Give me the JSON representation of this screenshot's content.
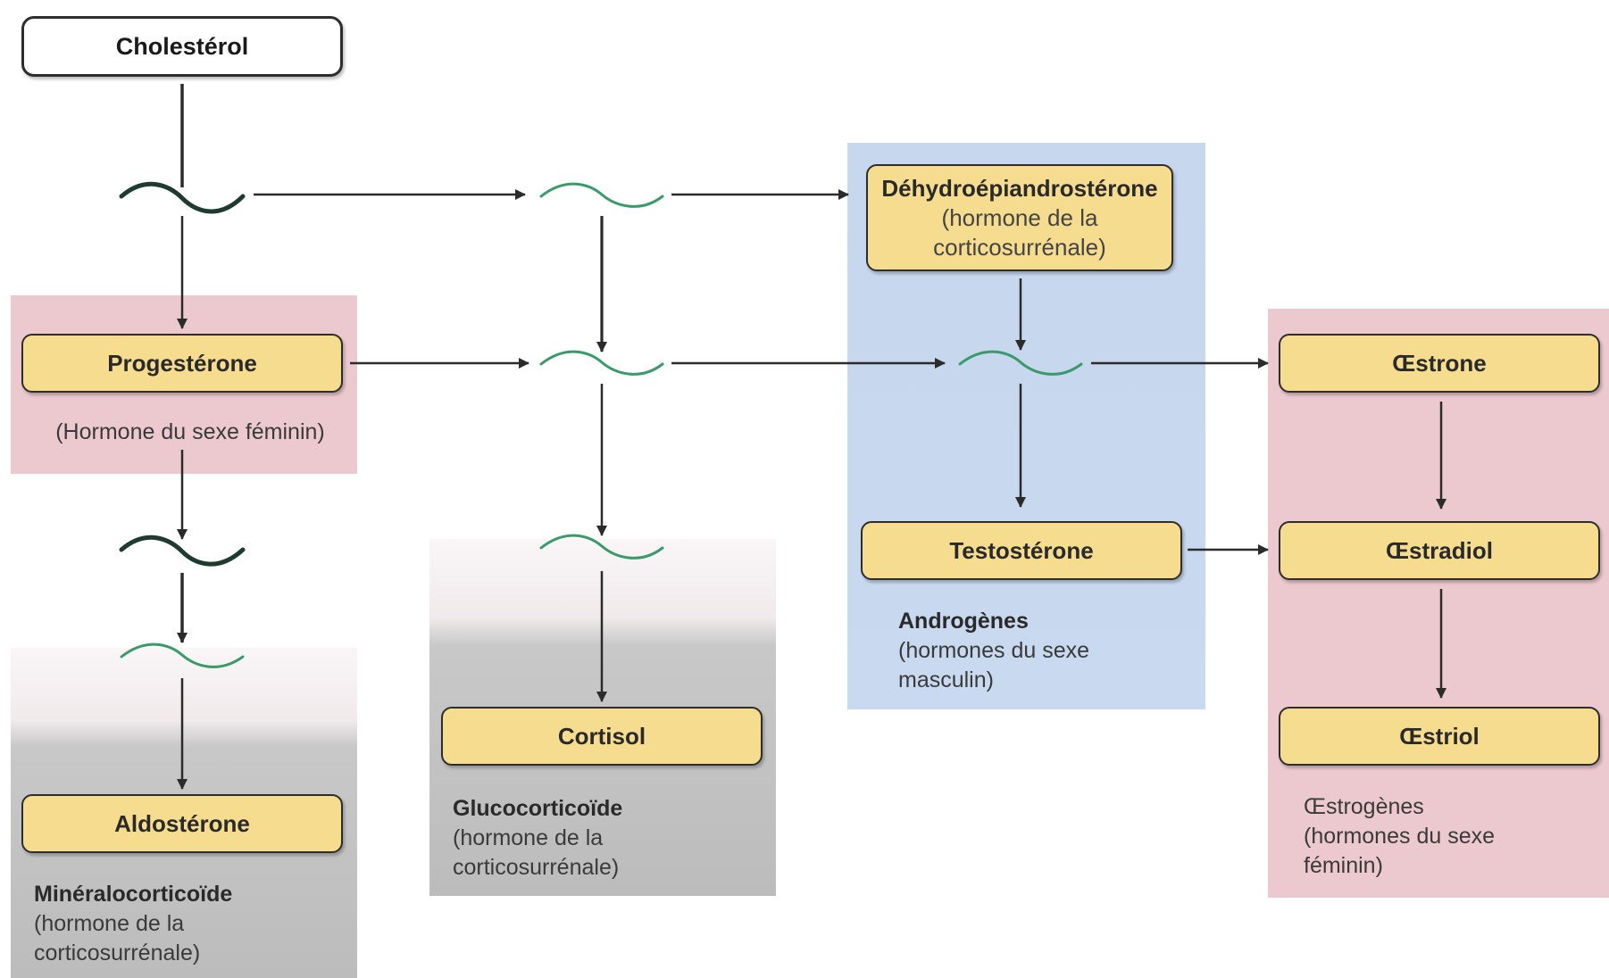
{
  "nodes": {
    "cholesterol": "Cholestérol",
    "progesterone": "Progestérone",
    "aldosterone": "Aldostérone",
    "cortisol": "Cortisol",
    "dhea": {
      "title": "Déhydroépiandrostérone",
      "line1": "(hormone de la",
      "line2": "corticosurrénale)"
    },
    "testosterone": "Testostérone",
    "estrone": "Œstrone",
    "estradiol": "Œstradiol",
    "estriol": "Œstriol"
  },
  "labels": {
    "progesterone_note": "(Hormone du sexe féminin)",
    "mineralo": {
      "title": "Minéralocorticoïde",
      "line1": "(hormone de la",
      "line2": "corticosurrénale)"
    },
    "gluco": {
      "title": "Glucocorticoïde",
      "line1": "(hormone de la",
      "line2": "corticosurrénale)"
    },
    "androgens": {
      "title": "Androgènes",
      "line1": "(hormones du sexe",
      "line2": "masculin)"
    },
    "estrogens": {
      "title": "Œstrogènes",
      "line1": "(hormones du sexe",
      "line2": "féminin)"
    }
  },
  "colors": {
    "box_fill": "#f6dc8f",
    "pink_panel": "#ecc9cf",
    "blue_panel": "#c6d7ee",
    "grey_panel": "#bcbcbc",
    "enzyme_dark": "#1f3a2e",
    "enzyme_light": "#3a9a6a"
  }
}
